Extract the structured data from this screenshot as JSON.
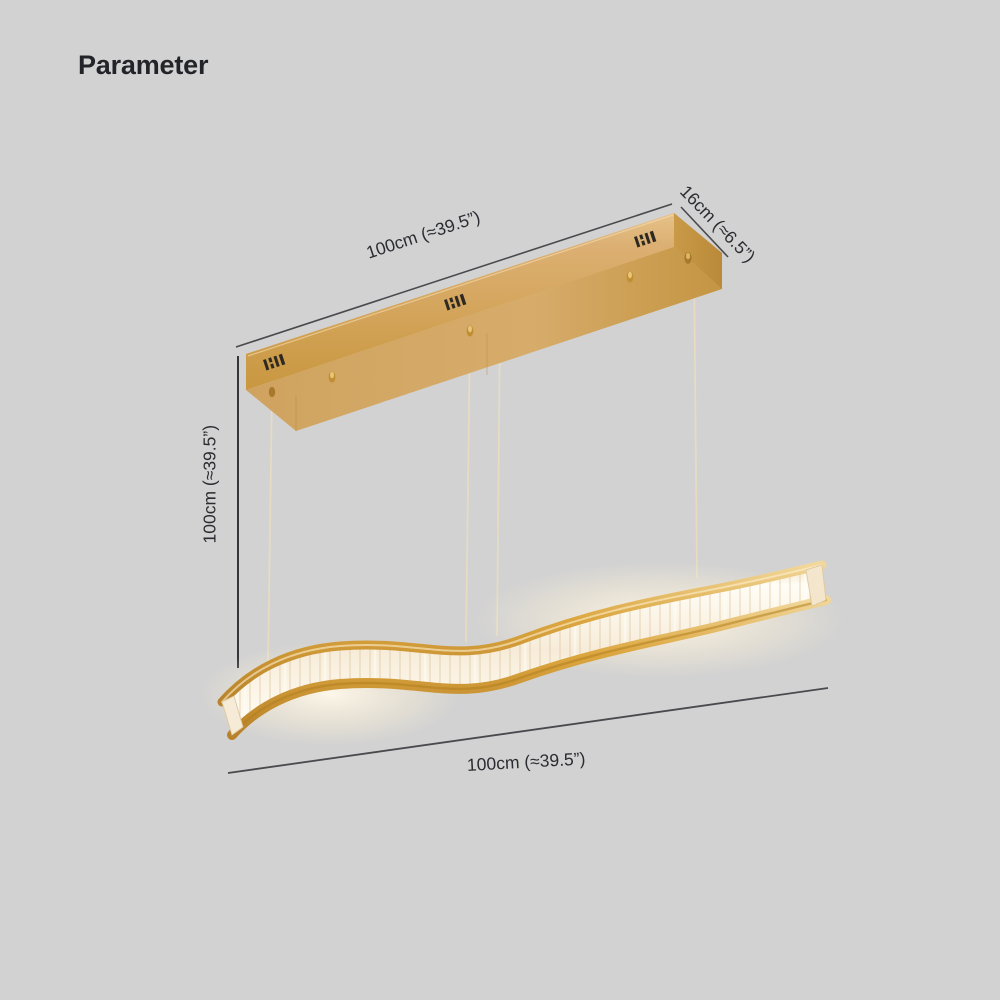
{
  "page": {
    "title": "Parameter",
    "background_color": "#d2d2d2"
  },
  "product": {
    "type": "crystal-wave-linear-pendant-light",
    "canopy_color": "#d2a663",
    "crystal_color": "#f6ead3",
    "accent_gold": "#c99a3f"
  },
  "dimensions": {
    "canopy_width": {
      "label": "100cm (≈39.5”)",
      "value_cm": 100,
      "value_in": 39.5
    },
    "canopy_depth": {
      "label": "16cm (≈6.5”)",
      "value_cm": 16,
      "value_in": 6.5
    },
    "drop_height": {
      "label": "100cm (≈39.5”)",
      "value_cm": 100,
      "value_in": 39.5
    },
    "fixture_width": {
      "label": "100cm (≈39.5”)",
      "value_cm": 100,
      "value_in": 39.5
    }
  },
  "icons": {
    "dimension_line": "dimension-line-icon",
    "vent_slot": "vent-slot-icon",
    "screw_boss": "screw-boss-icon",
    "suspension_cable": "suspension-cable-icon"
  }
}
